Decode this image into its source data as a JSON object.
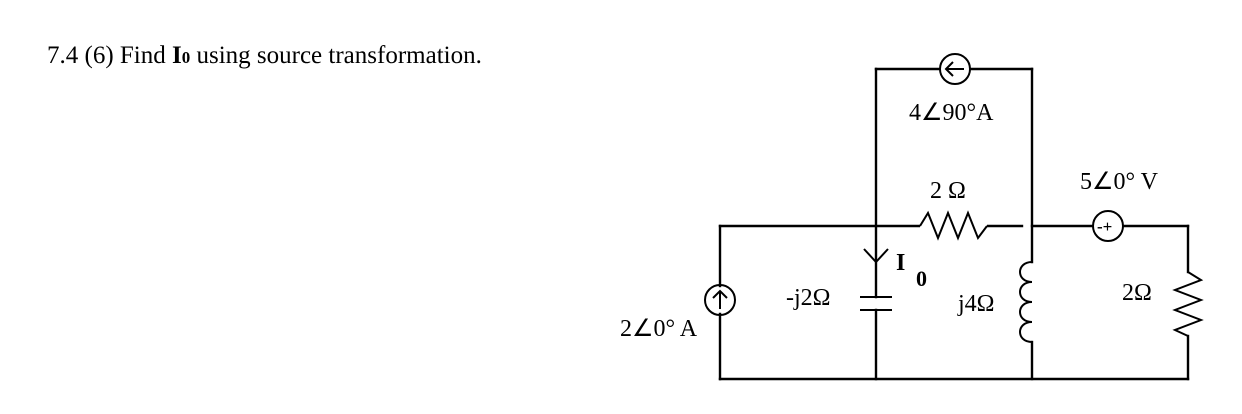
{
  "problem": {
    "number": "7.4 (6) Find ",
    "bold": "I",
    "subscript": "0",
    "rest": " using source transformation."
  },
  "labels": {
    "current_source_top": "4∠90°A",
    "resistor_middle": "2 Ω",
    "voltage_source": "5∠0° V",
    "voltage_polarity": "-+",
    "capacitor": "-j2Ω",
    "inductor": "j4Ω",
    "resistor_right": "2Ω",
    "current_source_left": "2∠0° A",
    "current_label_main": "I",
    "current_label_sub": "0"
  }
}
